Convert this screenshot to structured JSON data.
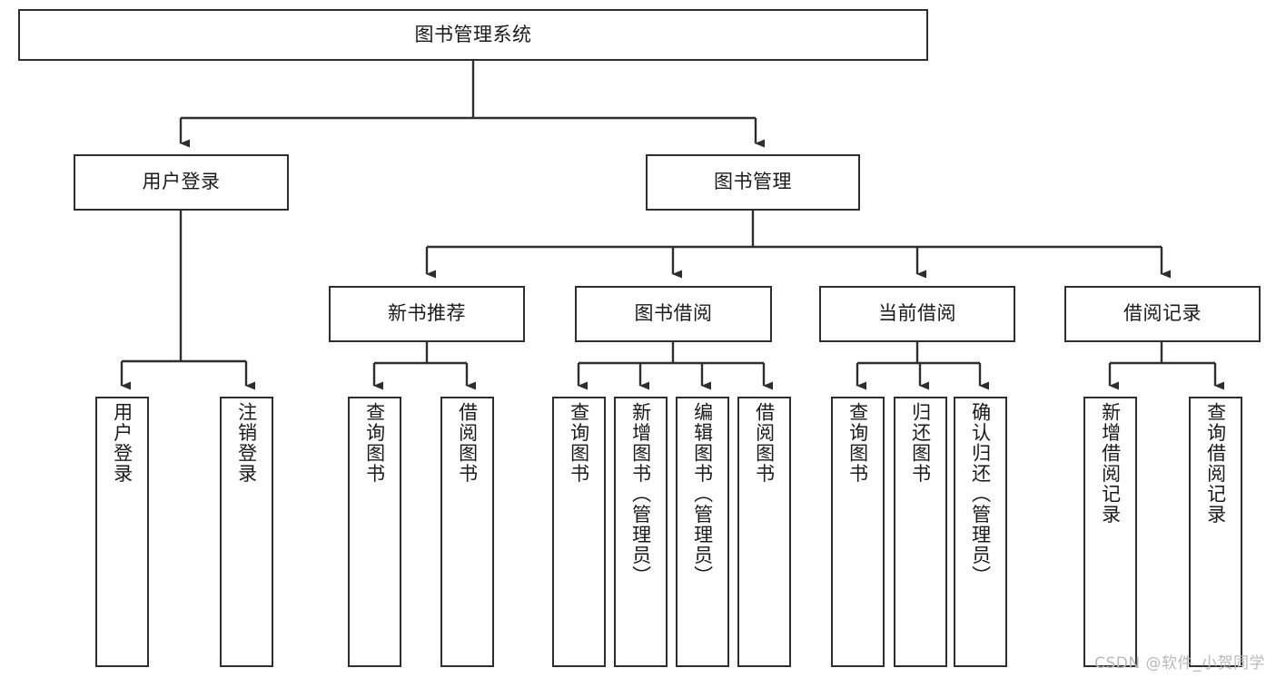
{
  "diagram": {
    "title": "图书管理系统",
    "type": "tree-hierarchy",
    "root": {
      "id": "root",
      "label": "图书管理系统"
    },
    "level1": [
      {
        "id": "user-login",
        "label": "用户登录"
      },
      {
        "id": "book-manage",
        "label": "图书管理"
      }
    ],
    "level2": [
      {
        "id": "new-book-rec",
        "label": "新书推荐",
        "parent": "book-manage"
      },
      {
        "id": "book-borrow",
        "label": "图书借阅",
        "parent": "book-manage"
      },
      {
        "id": "current-borrow",
        "label": "当前借阅",
        "parent": "book-manage"
      },
      {
        "id": "borrow-record",
        "label": "借阅记录",
        "parent": "book-manage"
      }
    ],
    "leaves": [
      {
        "id": "leaf-user-login",
        "label": "用户登录",
        "parent": "user-login"
      },
      {
        "id": "leaf-user-logout",
        "label": "注销登录",
        "parent": "user-login"
      },
      {
        "id": "leaf-rec-query",
        "label": "查询图书",
        "parent": "new-book-rec"
      },
      {
        "id": "leaf-rec-borrow",
        "label": "借阅图书",
        "parent": "new-book-rec"
      },
      {
        "id": "leaf-borrow-query",
        "label": "查询图书",
        "parent": "book-borrow"
      },
      {
        "id": "leaf-borrow-add",
        "label": "新增图书（管理员）",
        "parent": "book-borrow"
      },
      {
        "id": "leaf-borrow-edit",
        "label": "编辑图书（管理员）",
        "parent": "book-borrow"
      },
      {
        "id": "leaf-borrow-lend",
        "label": "借阅图书",
        "parent": "book-borrow"
      },
      {
        "id": "leaf-cur-query",
        "label": "查询图书",
        "parent": "current-borrow"
      },
      {
        "id": "leaf-cur-return",
        "label": "归还图书",
        "parent": "current-borrow"
      },
      {
        "id": "leaf-cur-confirm",
        "label": "确认归还（管理员）",
        "parent": "current-borrow"
      },
      {
        "id": "leaf-rec-add",
        "label": "新增借阅记录",
        "parent": "borrow-record"
      },
      {
        "id": "leaf-rec-query2",
        "label": "查询借阅记录",
        "parent": "borrow-record"
      }
    ],
    "colors": {
      "stroke": "#2e2e2e",
      "fill": "#ffffff",
      "text": "#1a1a1a",
      "watermark": "#b9b9b9"
    }
  },
  "watermark": {
    "text": "CSDN @软件_小贺同学"
  }
}
